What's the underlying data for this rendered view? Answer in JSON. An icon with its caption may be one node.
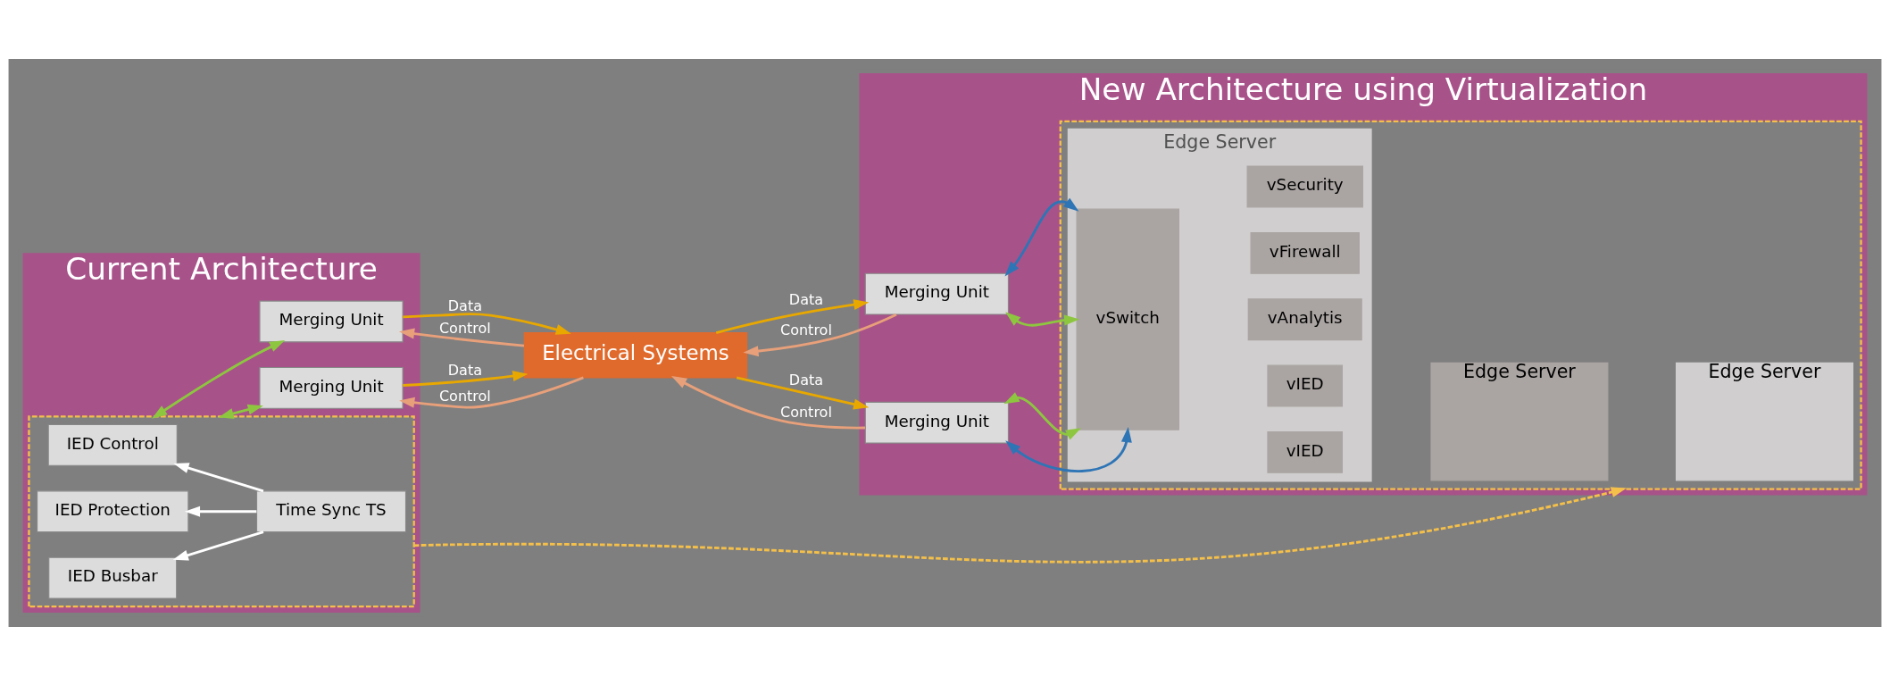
{
  "diagram": {
    "nodes": [
      {
        "text": [
          "Current Architecture"
        ]
      },
      {
        "text": [],
        "shape": "box",
        "in": 0
      },
      {
        "text": [
          "IED Control"
        ],
        "in": 1
      },
      {
        "text": [
          "IED Protection"
        ],
        "in": 1
      },
      {
        "text": [
          "IED Busbar"
        ],
        "in": 1
      },
      {
        "text": [
          "Time Sync TS"
        ],
        "in": 1
      },
      {
        "text": [
          "Merging Unit"
        ],
        "in": 0
      },
      {
        "text": [
          "Merging Unit"
        ],
        "in": 0
      },
      {
        "text": [
          "Electrical Systems"
        ]
      },
      {
        "text": [
          "New Architecture using Virtualization"
        ]
      },
      {
        "text": [
          "Merging Unit"
        ],
        "in": 9
      },
      {
        "text": [
          "Merging Unit"
        ],
        "in": 9
      },
      {
        "text": [],
        "shape": "box",
        "in": 9
      },
      {
        "text": [
          "Edge Server"
        ],
        "in": 12
      },
      {
        "text": [
          "Edge Server"
        ],
        "in": 12
      },
      {
        "text": [
          "Edge Server"
        ],
        "in": 12
      },
      {
        "text": [
          "vSwitch"
        ],
        "in": 15
      },
      {
        "text": [
          "vIED"
        ],
        "in": 15
      },
      {
        "text": [
          "vIED"
        ],
        "in": 15
      },
      {
        "text": [
          "vAnalytis"
        ],
        "in": 15
      },
      {
        "text": [
          "vFirewall"
        ],
        "in": 15
      },
      {
        "text": [
          "vSecurity"
        ],
        "in": 15
      }
    ],
    "edges": [
      {
        "from": 5,
        "to": 2,
        "arrow": "to",
        "color": "#ffffff"
      },
      {
        "from": 5,
        "to": 3,
        "arrow": "to",
        "color": "#ffffff"
      },
      {
        "from": 5,
        "to": 4,
        "arrow": "to",
        "color": "#ffffff"
      },
      {
        "from": 1,
        "to": 6,
        "arrow": "both"
      },
      {
        "from": 1,
        "to": 7,
        "arrow": "both"
      },
      {
        "from": 6,
        "to": 8,
        "arrow": "to",
        "label": "Data",
        "color": "#e8a800"
      },
      {
        "from": 8,
        "to": 6,
        "arrow": "to",
        "label": "Control",
        "color": "#e8a07a"
      },
      {
        "from": 7,
        "to": 8,
        "arrow": "to",
        "label": "Data",
        "color": "#e8a800"
      },
      {
        "from": 8,
        "to": 7,
        "arrow": "to",
        "label": "Control",
        "color": "#e8a07a"
      },
      {
        "from": 8,
        "to": 10,
        "arrow": "to",
        "label": "Data",
        "color": "#e8a800"
      },
      {
        "from": 10,
        "to": 8,
        "arrow": "to",
        "label": "Control",
        "color": "#e8a07a"
      },
      {
        "from": 8,
        "to": 11,
        "arrow": "to",
        "label": "Data",
        "color": "#e8a800"
      },
      {
        "from": 11,
        "to": 8,
        "arrow": "to",
        "label": "Control",
        "color": "#e8a07a"
      },
      {
        "from": 10,
        "to": 16,
        "arrow": "both",
        "color": "#2e75b6"
      },
      {
        "from": 10,
        "to": 16,
        "arrow": "both"
      },
      {
        "from": 11,
        "to": 16,
        "arrow": "both"
      },
      {
        "from": 11,
        "to": 16,
        "arrow": "both",
        "color": "#2e75b6"
      },
      {
        "from": 1,
        "to": 12,
        "arrow": "to",
        "style": "dashed",
        "color": "#f5c04a"
      }
    ]
  }
}
